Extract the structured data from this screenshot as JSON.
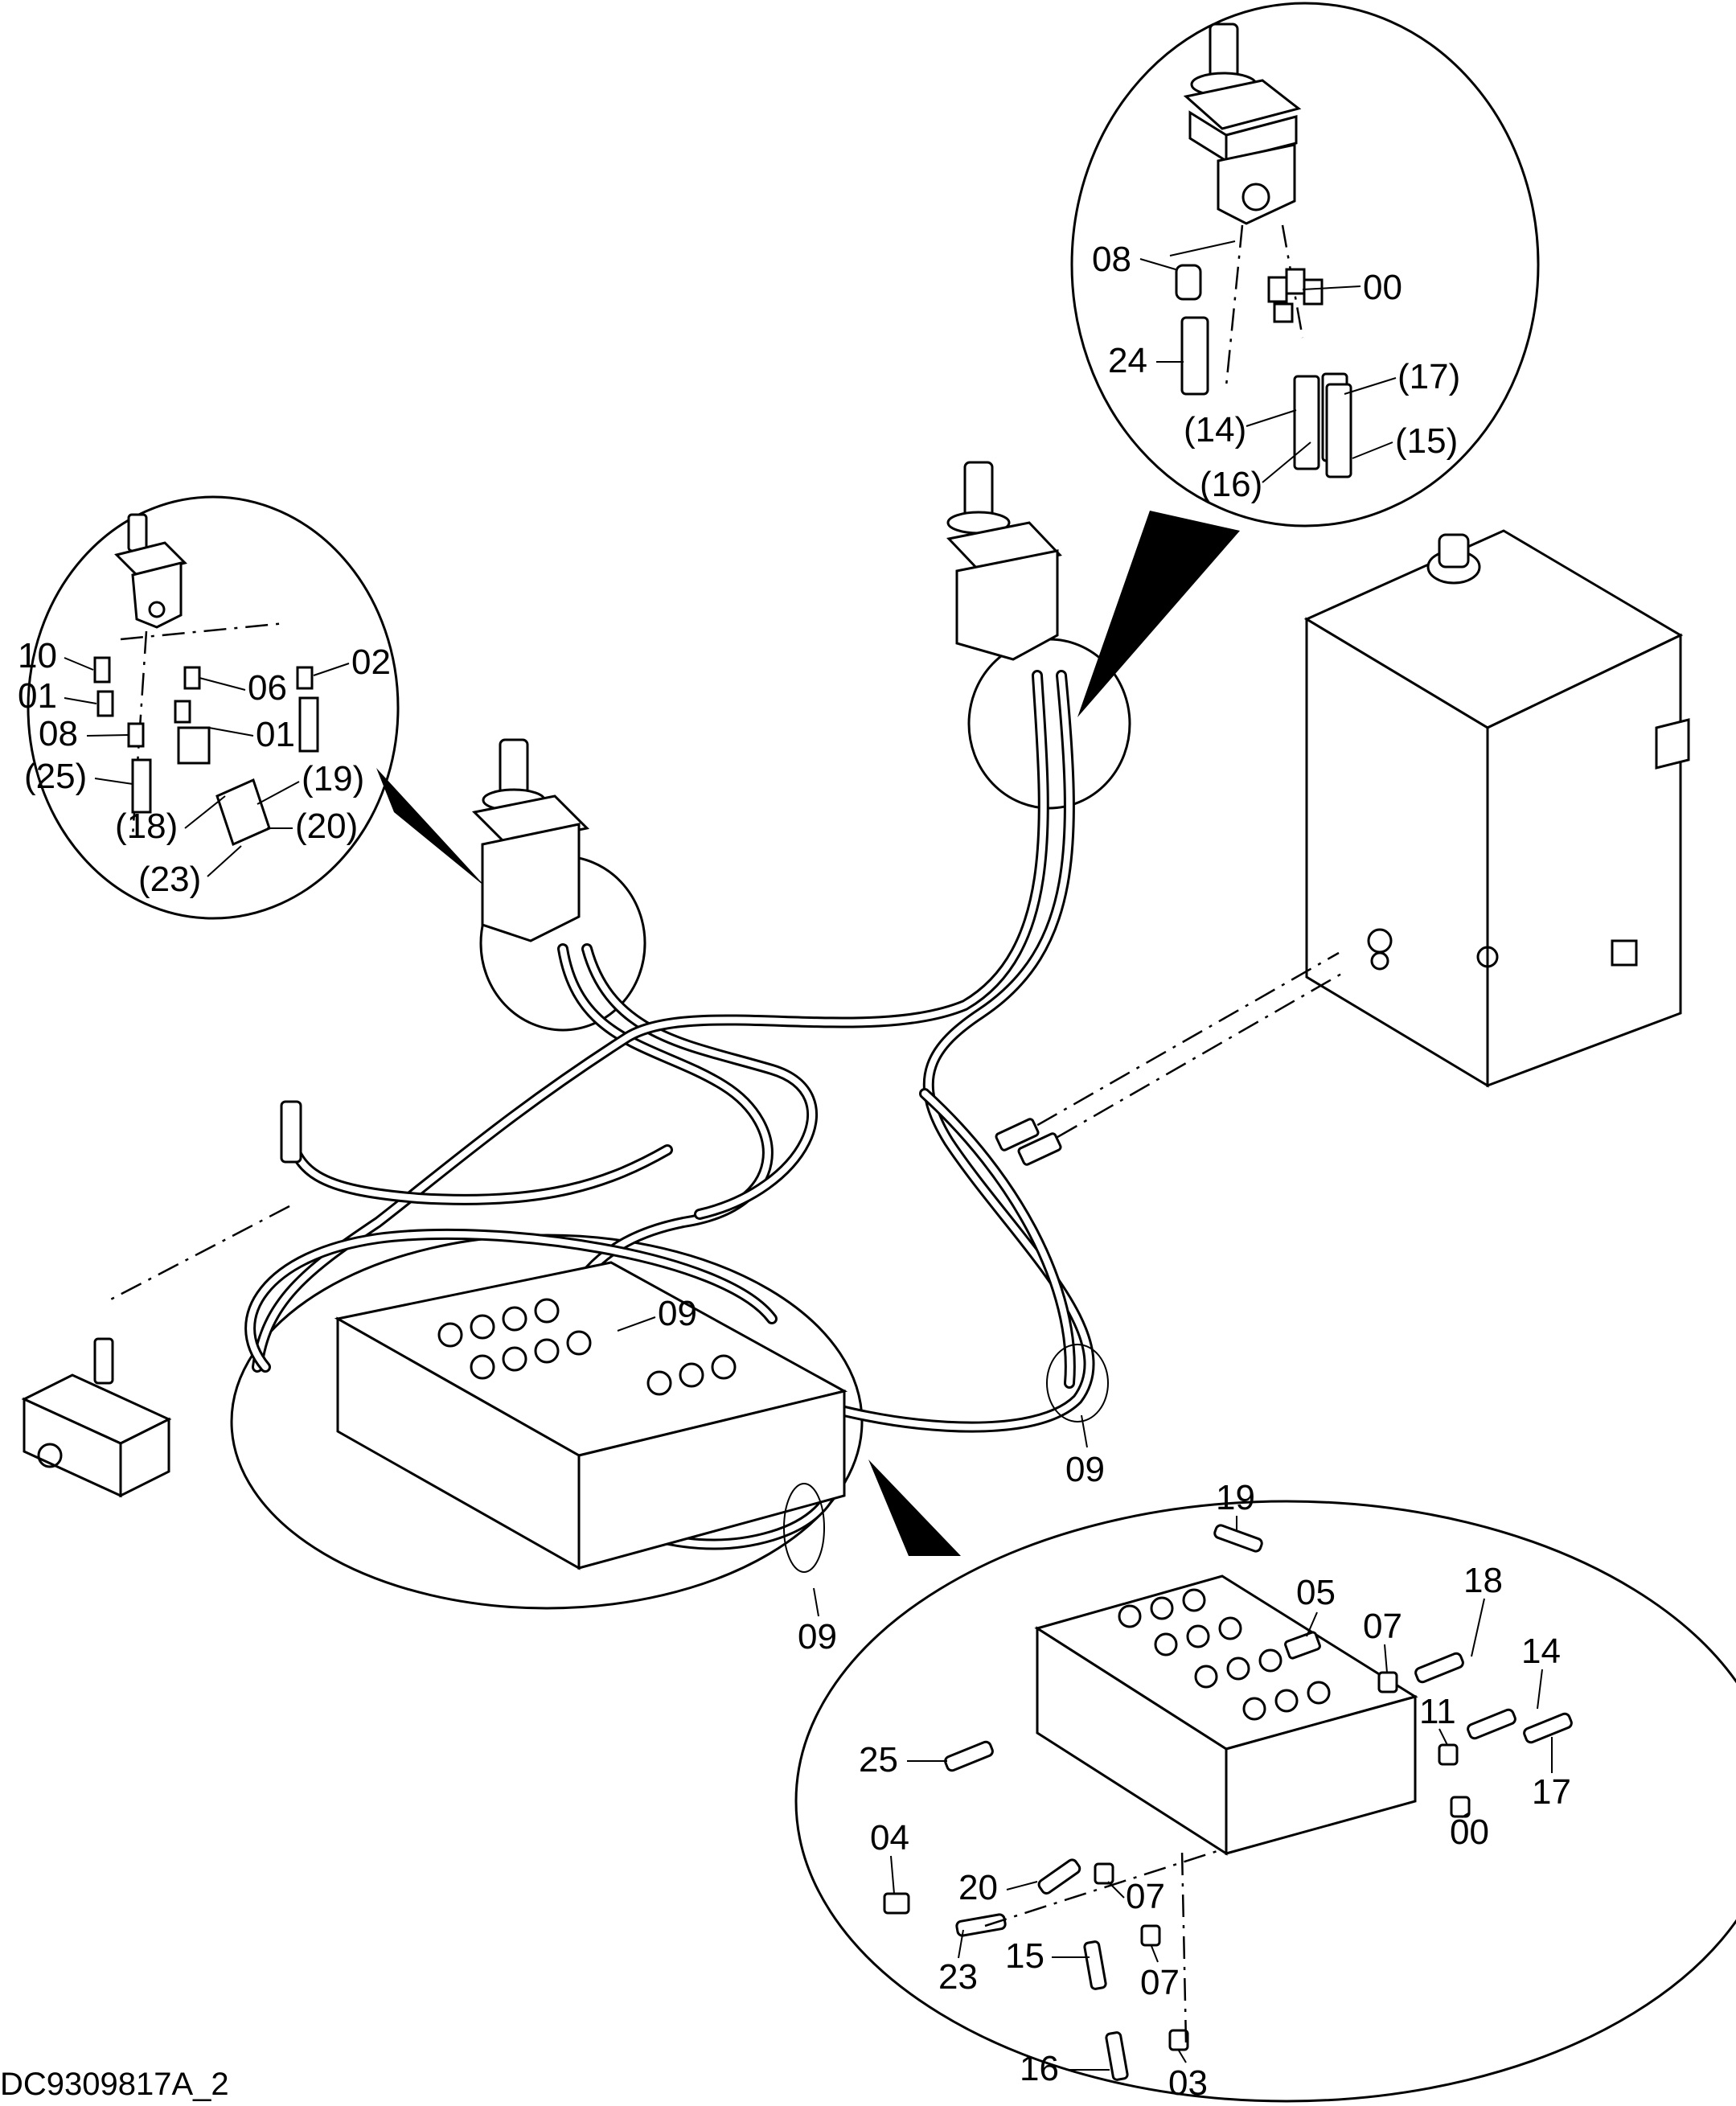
{
  "document_id": "DC9309817A_2",
  "colors": {
    "line": "#000000",
    "background": "#ffffff"
  },
  "callouts": {
    "top_right": {
      "c08": "08",
      "c24": "24",
      "c00": "00",
      "c17": "(17)",
      "c14": "(14)",
      "c15": "(15)",
      "c16": "(16)"
    },
    "left": {
      "c10": "10",
      "c01a": "01",
      "c08": "08",
      "c25": "(25)",
      "c18": "(18)",
      "c06": "06",
      "c01b": "01",
      "c02": "02",
      "c19": "(19)",
      "c20": "(20)",
      "c23": "(23)"
    },
    "middle": {
      "c09a": "09",
      "c09b": "09",
      "c09c": "09"
    },
    "bottom_right": {
      "c19": "19",
      "c05": "05",
      "c07a": "07",
      "c18": "18",
      "c14": "14",
      "c11": "11",
      "c25": "25",
      "c17": "17",
      "c00": "00",
      "c04": "04",
      "c20": "20",
      "c07b": "07",
      "c23": "23",
      "c15": "15",
      "c07c": "07",
      "c16": "16",
      "c03": "03"
    }
  }
}
